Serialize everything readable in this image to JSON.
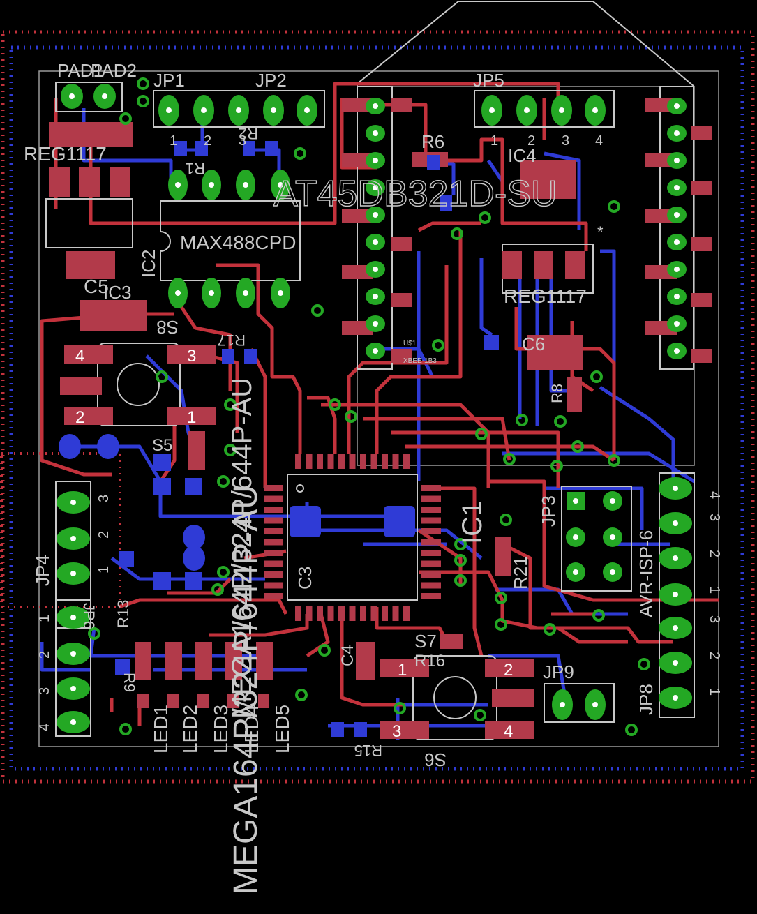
{
  "colors": {
    "background": "#000000",
    "top_copper": "#c3323c",
    "bottom_copper": "#2f3bd6",
    "pad": "#24a824",
    "silkscreen": "#c8c8c8",
    "smd_pad": "#b23a4a"
  },
  "labels": {
    "pad1": "PAD1",
    "pad2": "PAD2",
    "jp1": "JP1",
    "jp2": "JP2",
    "jp5": "JP5",
    "reg1117_a": "REG1117",
    "reg1117_b": "REG1117",
    "r6": "R6",
    "ic4": "IC4",
    "at45": "AT45DB321D-SU",
    "max488": "MAX488CPD",
    "ic2": "IC2",
    "c5": "C5",
    "ic3": "IC3",
    "s8": "S8",
    "r17": "R17",
    "c6": "C6",
    "r8": "R8",
    "s5": "S5",
    "jp4": "JP4",
    "jp3": "JP3",
    "ic1": "IC1",
    "r21": "R21",
    "c3": "C3",
    "mega_side": "MEGA164P/324P/644P-AU",
    "mega_bottom": "MEGA164P/324P/644P-AU",
    "jp6": "JP6",
    "r1": "R1",
    "r2": "R2",
    "r9": "R9",
    "r13": "R13",
    "led1": "LED1",
    "led2": "LED2",
    "led3": "LED3",
    "led4": "LED4",
    "led5": "LED5",
    "c4": "C4",
    "s7": "S7",
    "r16": "R16",
    "s6": "S6",
    "r15": "R15",
    "jp9": "JP9",
    "jp8": "JP8",
    "avr_isp": "AVR-ISP-6",
    "xbee": "XBEE-1B3",
    "u1": "U$1",
    "star": "*"
  },
  "pin_numbers": {
    "jp1_a": "1",
    "jp1_b": "2",
    "jp1_c": "3",
    "jp5_a": "1",
    "jp5_b": "2",
    "jp5_c": "3",
    "jp5_d": "4",
    "jp4_a": "3",
    "jp4_b": "2",
    "jp4_c": "1",
    "jp6_a": "1",
    "jp6_b": "2",
    "jp6_c": "3",
    "jp6_d": "4",
    "isp_a": "4",
    "isp_b": "3",
    "isp_c": "2",
    "isp_d": "1",
    "jp8_a": "3",
    "jp8_b": "2",
    "jp8_c": "1",
    "s8_a": "4",
    "s8_b": "3",
    "s8_c": "2",
    "s8_d": "1",
    "s6_a": "1",
    "s6_b": "2",
    "s6_c": "3",
    "s6_d": "4"
  }
}
